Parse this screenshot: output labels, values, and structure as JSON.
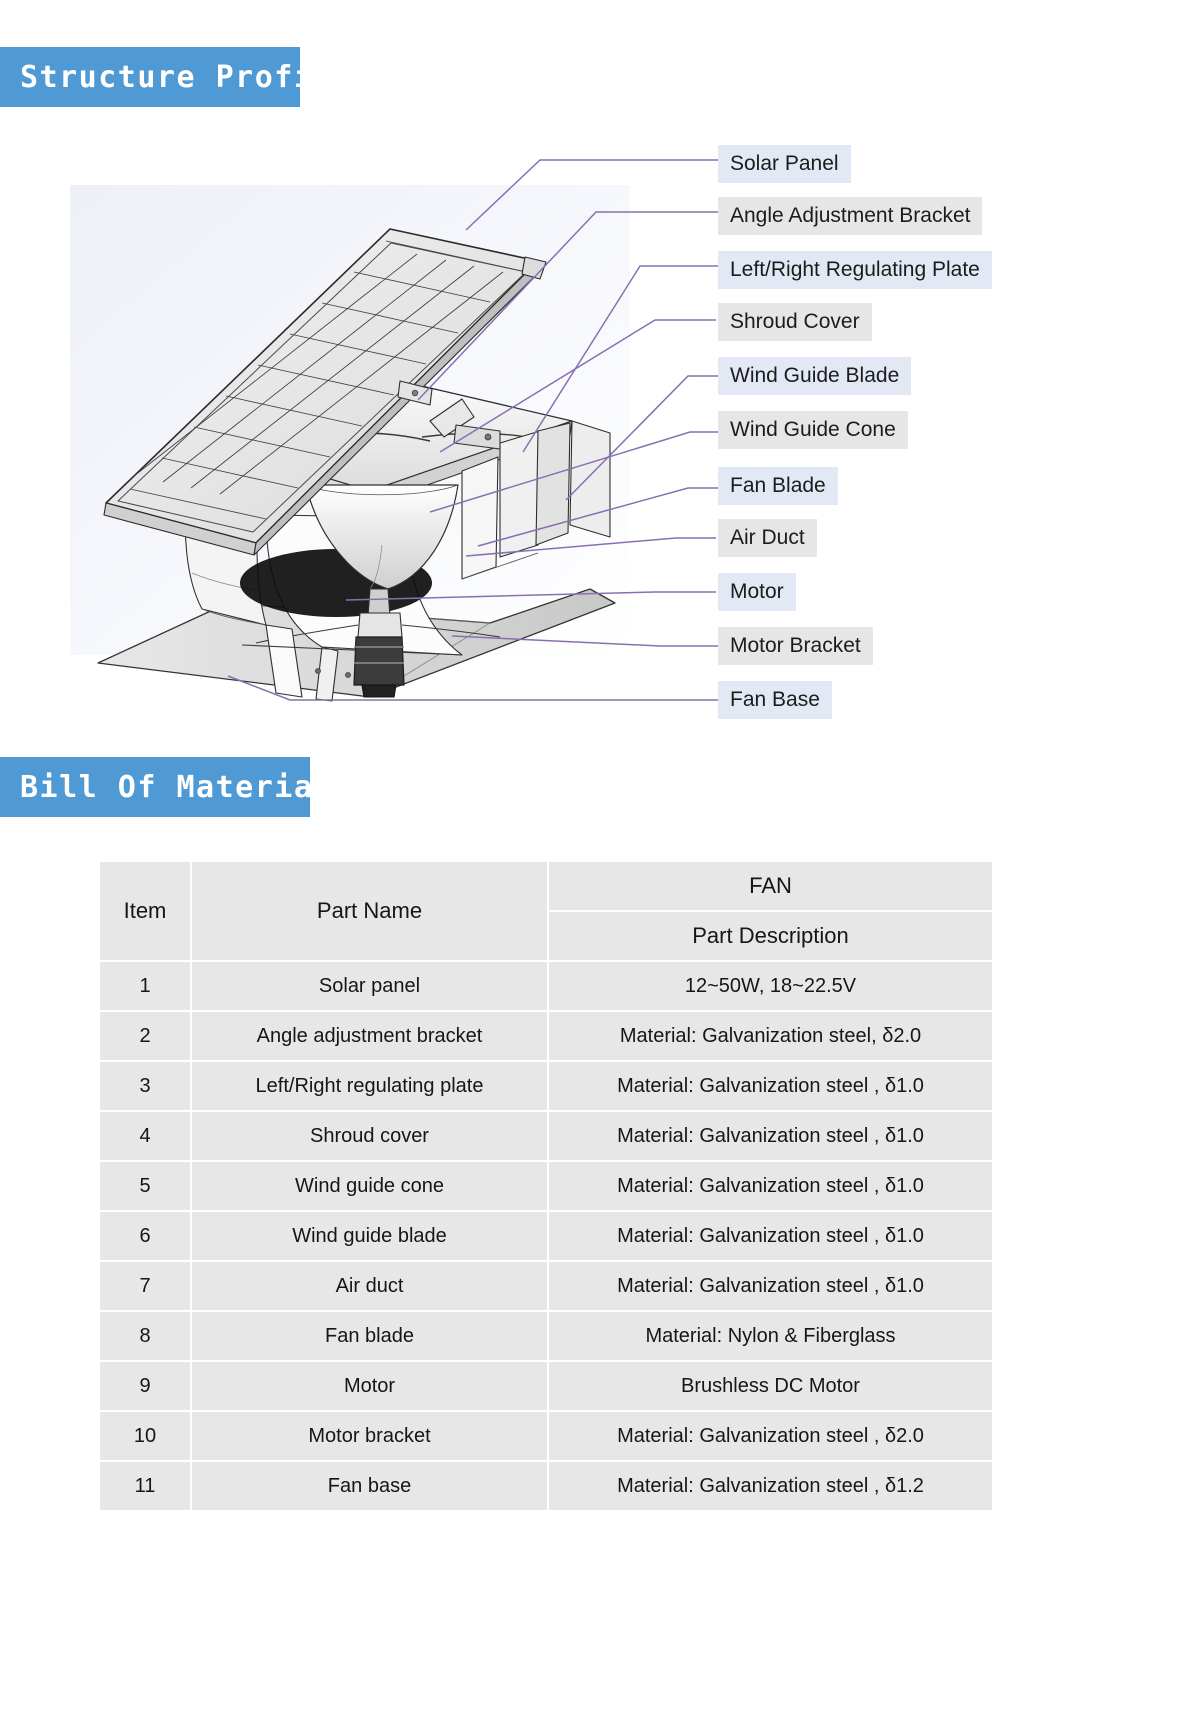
{
  "sections": {
    "structure": {
      "title": "Structure Profile"
    },
    "bom": {
      "title": "Bill Of Materials"
    }
  },
  "colors": {
    "banner": "#4f9ad4",
    "leader_line": "#8a6fb0",
    "label_tint_blue": "#e2e8f4",
    "label_tint_gray": "#e6e6e6",
    "table_cell": "#e7e7e7"
  },
  "callouts": [
    {
      "label": "Solar Panel",
      "tint": "blue"
    },
    {
      "label": "Angle Adjustment Bracket",
      "tint": "gray"
    },
    {
      "label": "Left/Right Regulating Plate",
      "tint": "blue"
    },
    {
      "label": "Shroud Cover",
      "tint": "gray"
    },
    {
      "label": "Wind Guide Blade",
      "tint": "blue"
    },
    {
      "label": "Wind Guide Cone",
      "tint": "gray"
    },
    {
      "label": "Fan Blade",
      "tint": "blue"
    },
    {
      "label": "Air Duct",
      "tint": "gray"
    },
    {
      "label": "Motor",
      "tint": "blue"
    },
    {
      "label": "Motor Bracket",
      "tint": "gray"
    },
    {
      "label": "Fan Base",
      "tint": "blue"
    }
  ],
  "bom_table": {
    "group_header": "FAN",
    "columns": [
      "Item",
      "Part Name",
      "Part Description"
    ],
    "rows": [
      {
        "item": "1",
        "name": "Solar panel",
        "desc": "12~50W, 18~22.5V"
      },
      {
        "item": "2",
        "name": "Angle adjustment bracket",
        "desc": "Material: Galvanization steel,  δ2.0"
      },
      {
        "item": "3",
        "name": "Left/Right regulating plate",
        "desc": "Material: Galvanization steel , δ1.0"
      },
      {
        "item": "4",
        "name": "Shroud cover",
        "desc": "Material: Galvanization steel , δ1.0"
      },
      {
        "item": "5",
        "name": "Wind guide cone",
        "desc": "Material: Galvanization steel , δ1.0"
      },
      {
        "item": "6",
        "name": "Wind guide blade",
        "desc": "Material: Galvanization steel , δ1.0"
      },
      {
        "item": "7",
        "name": "Air duct",
        "desc": "Material: Galvanization steel , δ1.0"
      },
      {
        "item": "8",
        "name": "Fan blade",
        "desc": "Material: Nylon & Fiberglass"
      },
      {
        "item": "9",
        "name": "Motor",
        "desc": "Brushless DC Motor"
      },
      {
        "item": "10",
        "name": "Motor bracket",
        "desc": "Material: Galvanization steel , δ2.0"
      },
      {
        "item": "11",
        "name": "Fan base",
        "desc": "Material: Galvanization steel , δ1.2"
      }
    ]
  }
}
